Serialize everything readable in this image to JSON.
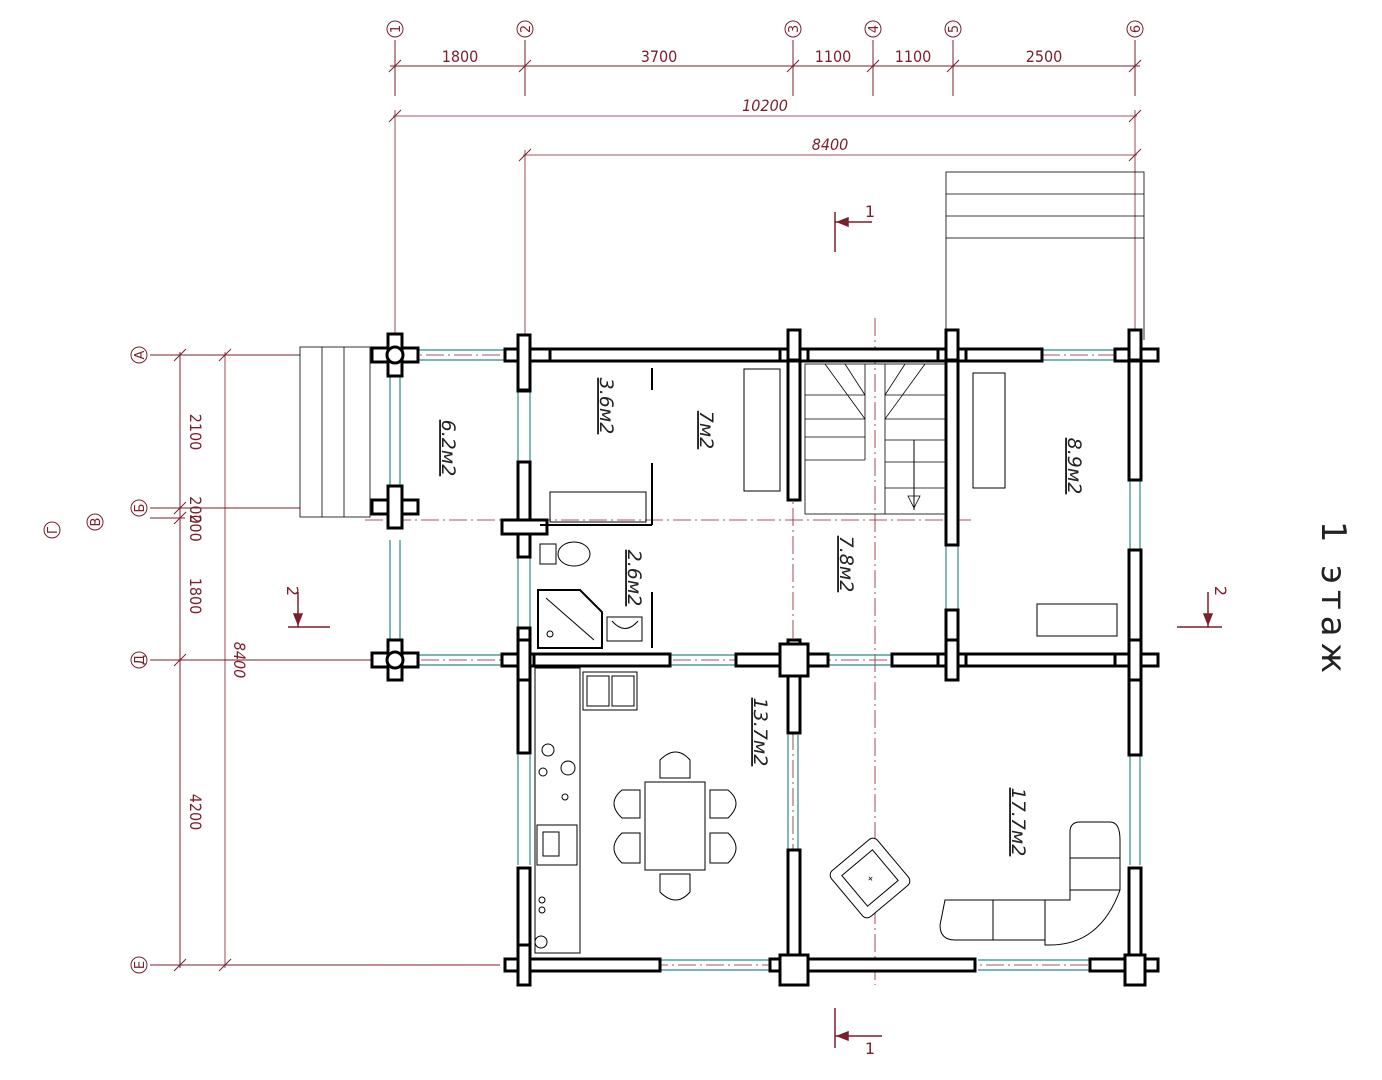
{
  "axes_top": [
    "1",
    "2",
    "3",
    "4",
    "5",
    "6"
  ],
  "axes_left": [
    "А",
    "Б",
    "В",
    "Г",
    "Д",
    "Е"
  ],
  "dims_top": [
    "1800",
    "3700",
    "1100",
    "1100",
    "2500"
  ],
  "overall_top": "10200",
  "overall_top2": "8400",
  "dims_left": [
    "2100",
    "200",
    "200",
    "1800",
    "4200"
  ],
  "overall_left": "8400",
  "rooms": [
    {
      "id": "room-porch",
      "label": "6.2м2"
    },
    {
      "id": "room-hall",
      "label": "3.6м2"
    },
    {
      "id": "room-corridor",
      "label": "7м2"
    },
    {
      "id": "room-bath",
      "label": "2.6м2"
    },
    {
      "id": "room-stair-hall",
      "label": "7.8м2"
    },
    {
      "id": "room-bedroom",
      "label": "8.9м2"
    },
    {
      "id": "room-kitchen",
      "label": "13.7м2"
    },
    {
      "id": "room-living",
      "label": "17.7м2"
    }
  ],
  "section_marks": [
    "1",
    "1",
    "2",
    "2"
  ],
  "floor_title": "1 этаж",
  "colors": {
    "dim": "#7a1f2b",
    "wall": "#000000",
    "window": "#2a8a86",
    "axis": "#8a1f2b"
  }
}
